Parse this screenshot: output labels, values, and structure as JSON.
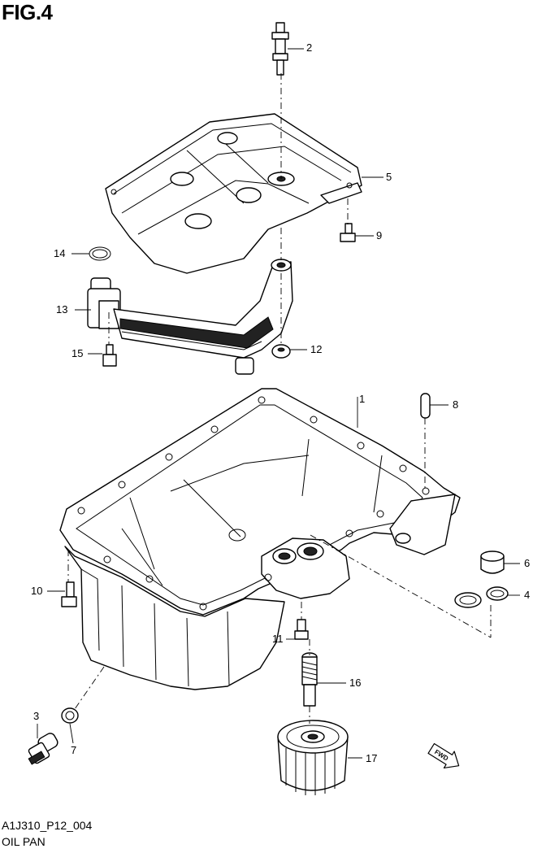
{
  "figure": {
    "title": "FIG.4",
    "code": "A1J310_P12_004",
    "name": "OIL PAN"
  },
  "callouts": [
    {
      "id": "1",
      "label": "1"
    },
    {
      "id": "2",
      "label": "2"
    },
    {
      "id": "3",
      "label": "3"
    },
    {
      "id": "4",
      "label": "4"
    },
    {
      "id": "5",
      "label": "5"
    },
    {
      "id": "6",
      "label": "6"
    },
    {
      "id": "7",
      "label": "7"
    },
    {
      "id": "8",
      "label": "8"
    },
    {
      "id": "9",
      "label": "9"
    },
    {
      "id": "10",
      "label": "10"
    },
    {
      "id": "11",
      "label": "11"
    },
    {
      "id": "12",
      "label": "12"
    },
    {
      "id": "13",
      "label": "13"
    },
    {
      "id": "14",
      "label": "14"
    },
    {
      "id": "15",
      "label": "15"
    },
    {
      "id": "16",
      "label": "16"
    },
    {
      "id": "17",
      "label": "17"
    }
  ],
  "direction_badge": "FWD"
}
